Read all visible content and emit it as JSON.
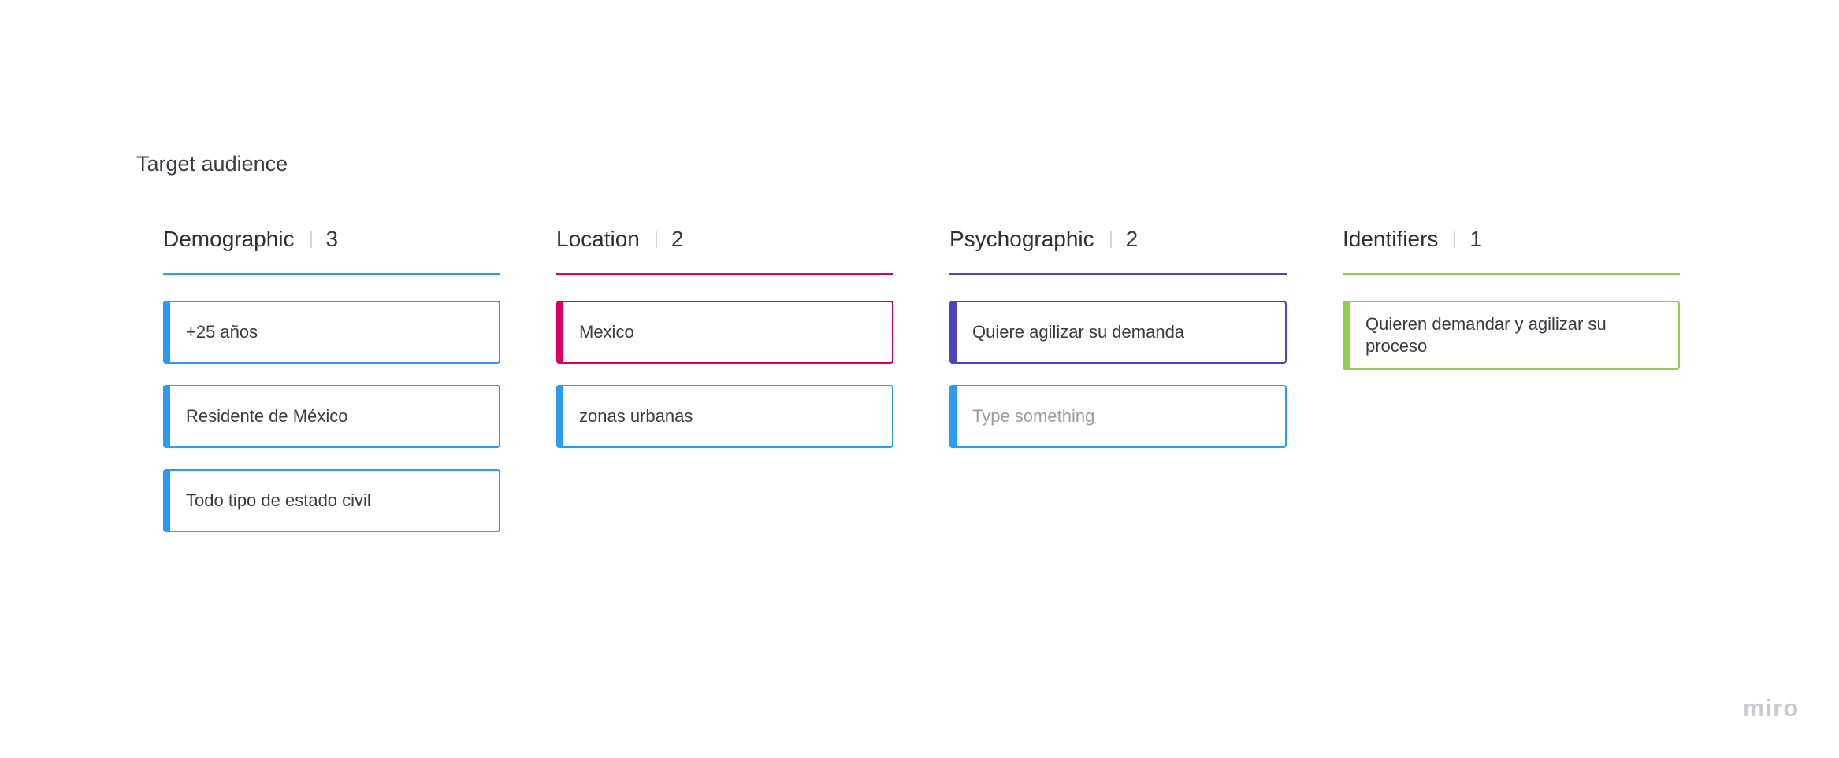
{
  "board": {
    "title": "Target audience",
    "columns": [
      {
        "name": "Demographic",
        "count": "3",
        "accent": "#2d9bf0",
        "cards": [
          {
            "text": "+25 años",
            "accent": "#2d9bf0"
          },
          {
            "text": "Residente de México",
            "accent": "#2d9bf0"
          },
          {
            "text": "Todo tipo de estado civil",
            "accent": "#2d9bf0"
          }
        ]
      },
      {
        "name": "Location",
        "count": "2",
        "accent": "#da0063",
        "cards": [
          {
            "text": "Mexico",
            "accent": "#da0063"
          },
          {
            "text": "zonas urbanas",
            "accent": "#2d9bf0"
          }
        ]
      },
      {
        "name": "Psychographic",
        "count": "2",
        "accent": "#4a44bd",
        "cards": [
          {
            "text": "Quiere agilizar su demanda",
            "accent": "#4a44bd"
          },
          {
            "placeholder": "Type something",
            "accent": "#2d9bf0"
          }
        ]
      },
      {
        "name": "Identifiers",
        "count": "1",
        "accent": "#8fd14f",
        "cards": [
          {
            "text": "Quieren demandar y agilizar su proceso",
            "accent": "#8fd14f"
          }
        ]
      }
    ]
  },
  "brand": {
    "logo_text": "miro"
  }
}
